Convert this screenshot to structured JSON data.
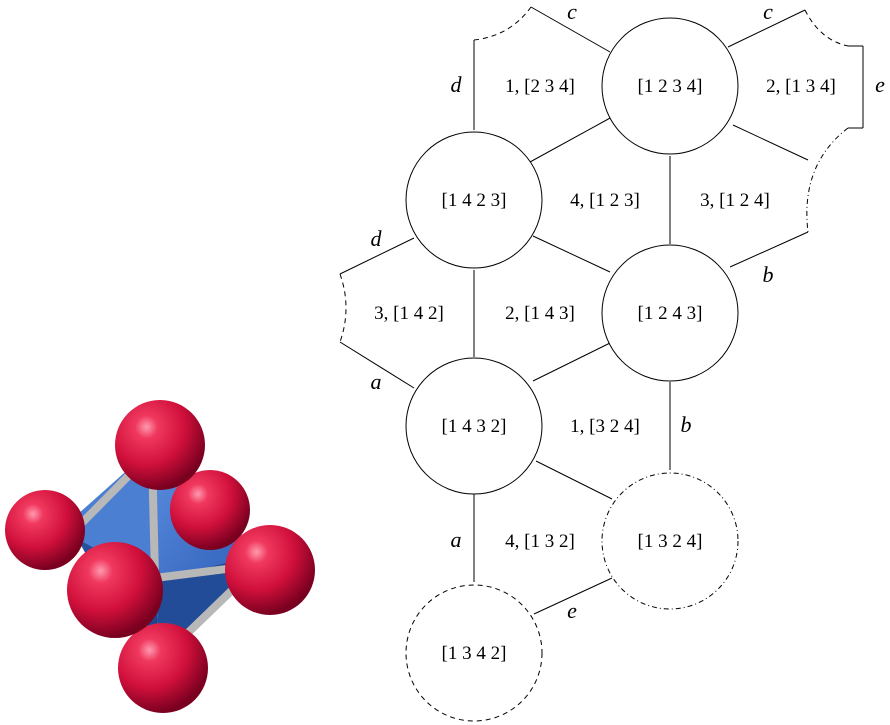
{
  "permutations": {
    "p1234": "[1 2 3 4]",
    "p1423": "[1 4 2 3]",
    "p1243": "[1 2 4 3]",
    "p1432": "[1 4 3 2]",
    "p1324": "[1 3 2 4]",
    "p1342": "[1 3 4 2]"
  },
  "faces": {
    "f1": "1, [2 3 4]",
    "f2": "2, [1 3 4]",
    "f3": "4, [1 2 3]",
    "f4": "3, [1 2 4]",
    "f5": "3, [1 4 2]",
    "f6": "2, [1 4 3]",
    "f7": "1, [3 2 4]",
    "f8": "4, [1 3 2]"
  },
  "edge_labels": {
    "c_left": "c",
    "c_right": "c",
    "d_top": "d",
    "e_right": "e",
    "d_mid": "d",
    "b_upper": "b",
    "a_mid": "a",
    "b_lower": "b",
    "a_lower": "a",
    "e_bottom": "e"
  },
  "colors": {
    "stroke": "#000000",
    "sphere": "#d8143f",
    "octahedron": "#3568c2",
    "edge": "#b8b8b8"
  }
}
